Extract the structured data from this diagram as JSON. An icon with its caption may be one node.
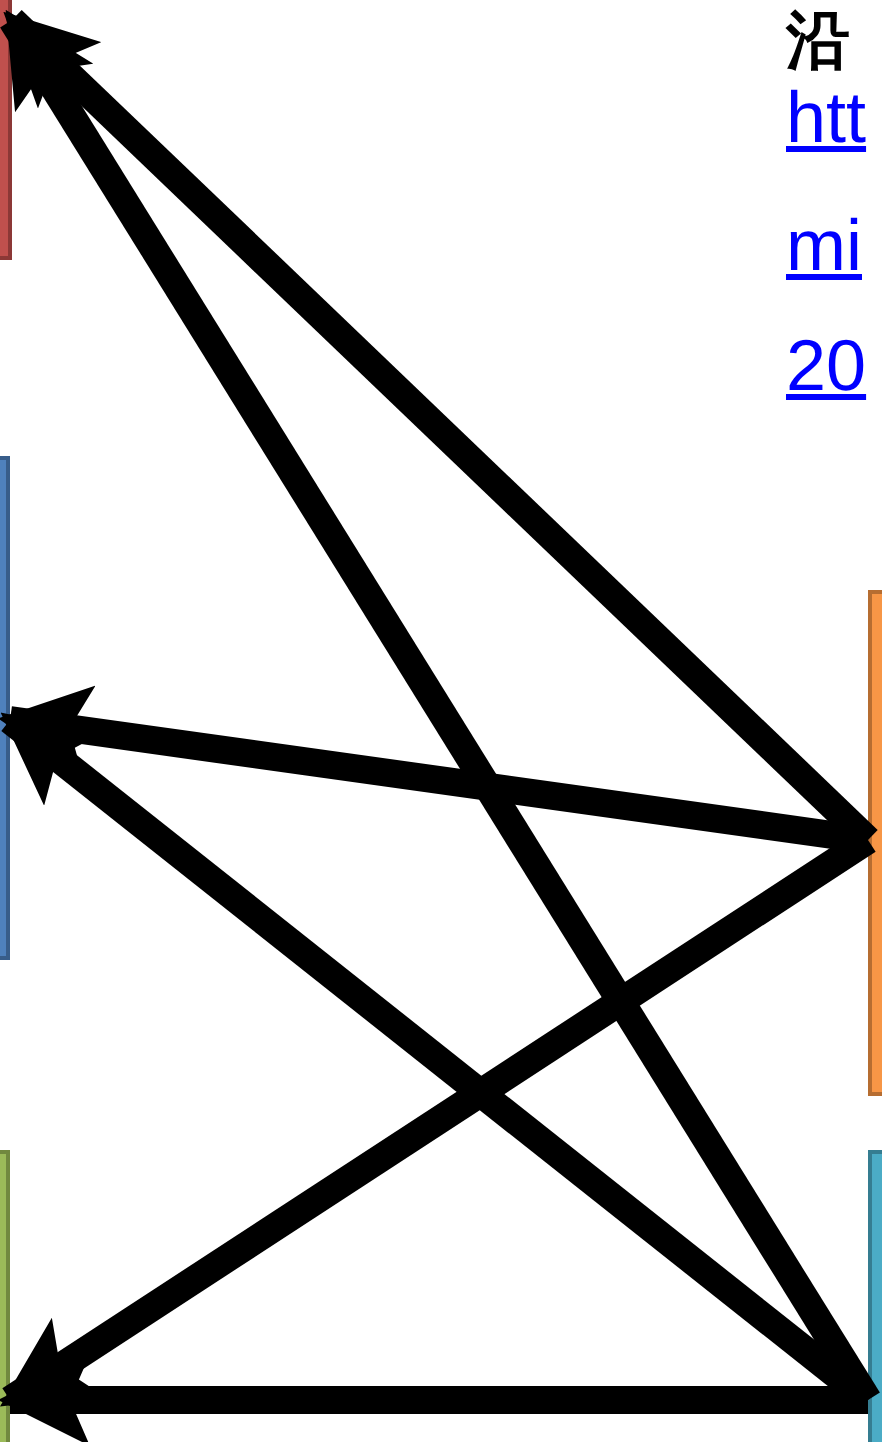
{
  "diagram": {
    "nodes": [
      {
        "text": [],
        "shape": "box"
      },
      {
        "text": [],
        "shape": "box"
      },
      {
        "text": [],
        "shape": "box"
      },
      {
        "text": [],
        "shape": "box"
      },
      {
        "text": [],
        "shape": "box"
      }
    ],
    "edges": [
      {
        "from": 3,
        "to": 0,
        "arrow": "to"
      },
      {
        "from": 3,
        "to": 1,
        "arrow": "to"
      },
      {
        "from": 3,
        "to": 2,
        "arrow": "to"
      },
      {
        "from": 4,
        "to": 0,
        "arrow": "to"
      },
      {
        "from": 4,
        "to": 1,
        "arrow": "to"
      },
      {
        "from": 4,
        "to": 2,
        "arrow": "to"
      }
    ],
    "labels": [
      "沿",
      "htt",
      "mi",
      "20"
    ]
  }
}
